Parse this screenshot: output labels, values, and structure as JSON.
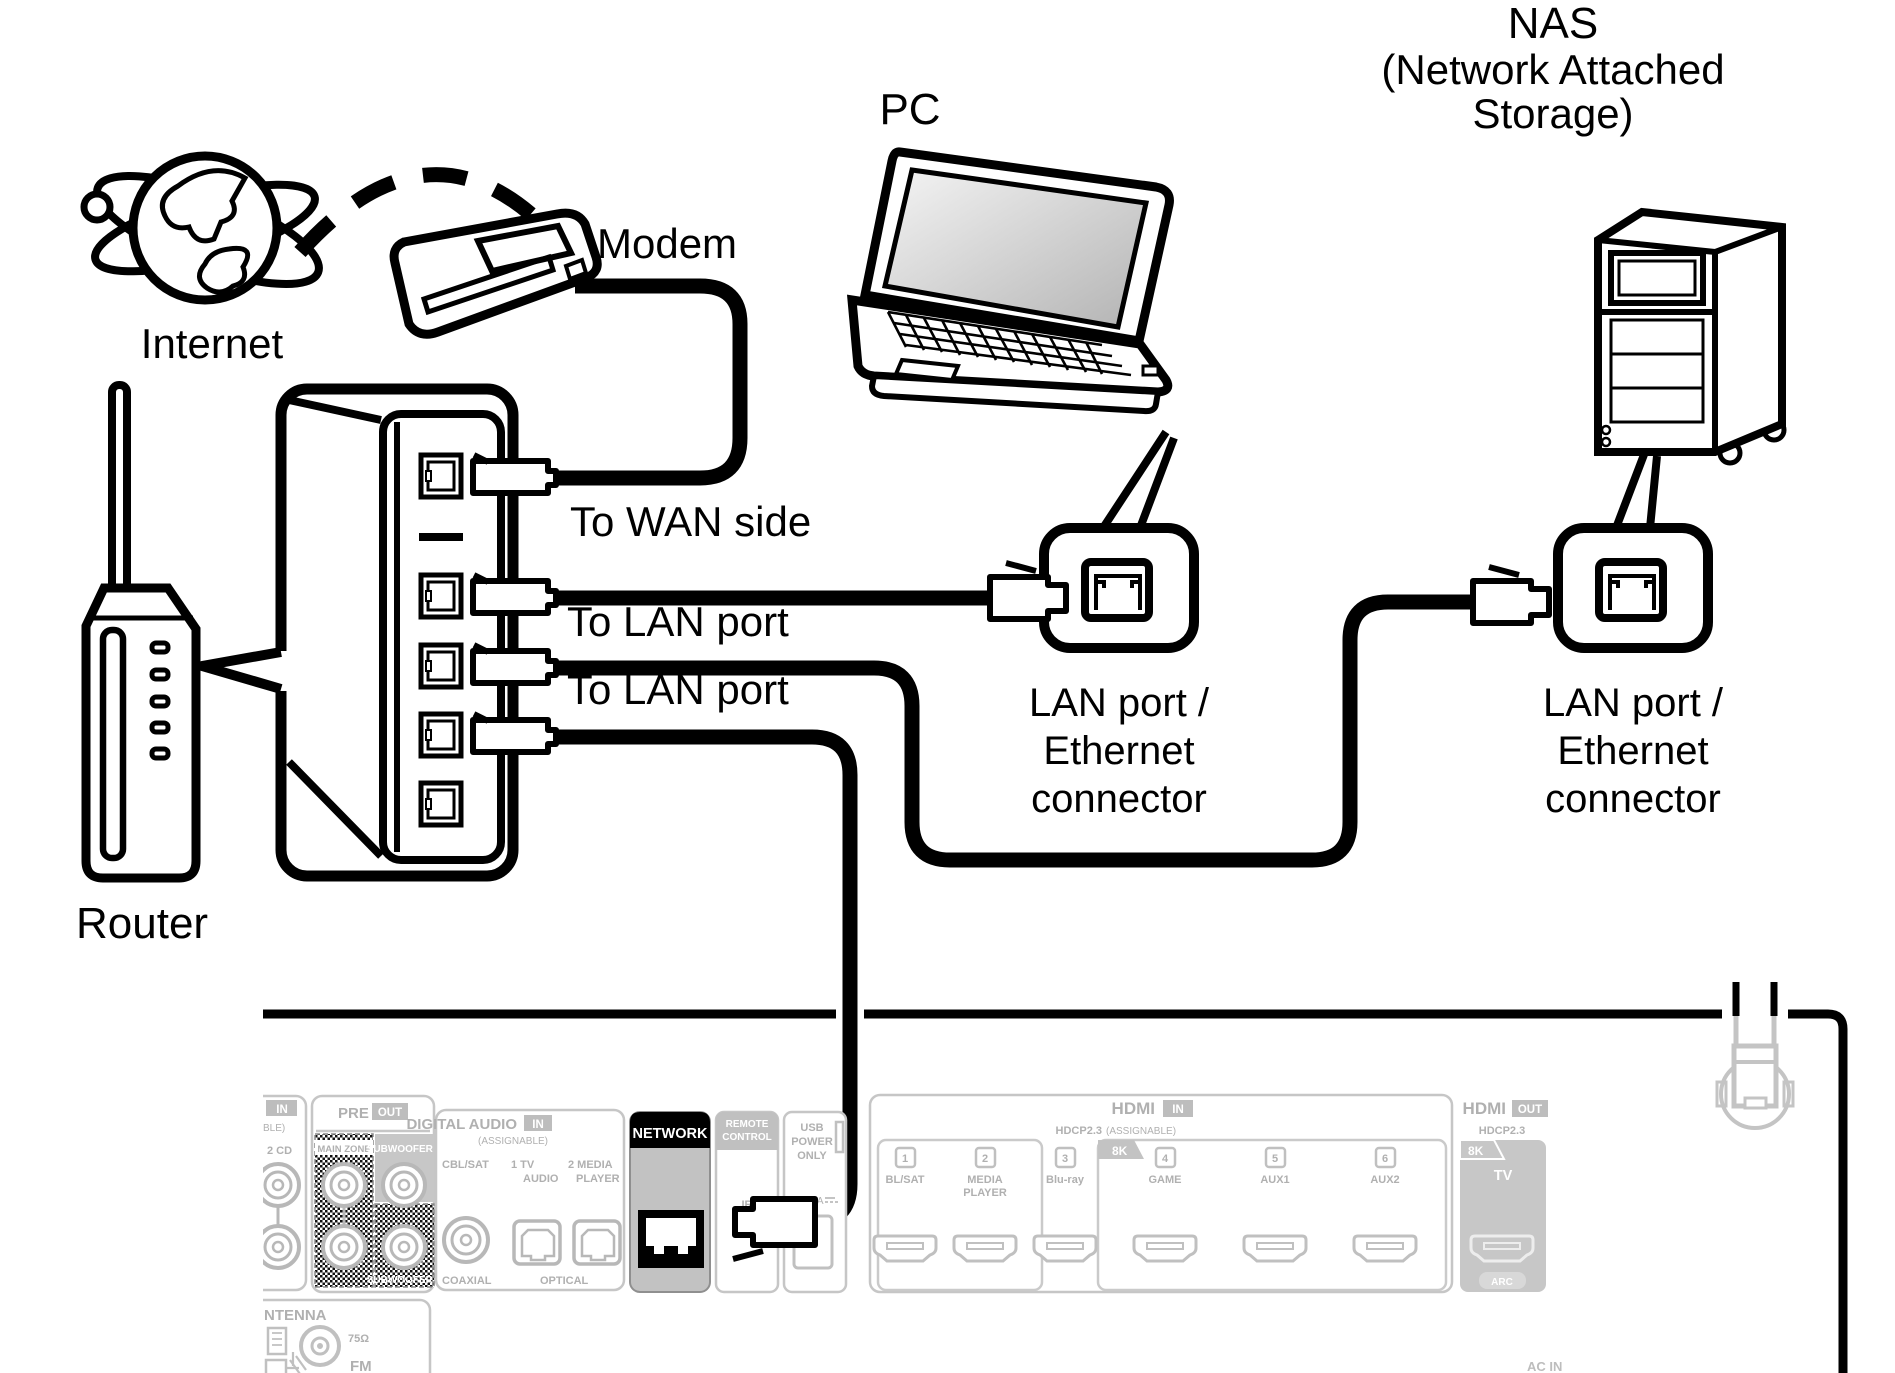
{
  "diagram": {
    "internet_label": "Internet",
    "modem_label": "Modem",
    "pc_label": "PC",
    "nas_label_1": "NAS",
    "nas_label_2": "(Network Attached",
    "nas_label_3": "Storage)",
    "router_label": "Router",
    "to_wan_label": "To WAN side",
    "to_lan_label_1": "To LAN port",
    "to_lan_label_2": "To LAN port",
    "pc_callout_1": "LAN port /",
    "pc_callout_2": "Ethernet",
    "pc_callout_3": "connector",
    "nas_callout_1": "LAN port /",
    "nas_callout_2": "Ethernet",
    "nas_callout_3": "connector"
  },
  "receiver": {
    "analog": {
      "in_badge": "IN",
      "assignable_tail": "BLE)",
      "cd": "2 CD"
    },
    "preout": {
      "pre": "PRE",
      "out_badge": "OUT",
      "main_zone": "MAIN ZONE",
      "sub1": "SUBWOOFER 1",
      "sub2": "SUBWOOFER 2"
    },
    "digital": {
      "title": "DIGITAL AUDIO",
      "in_badge": "IN",
      "assignable": "(ASSIGNABLE)",
      "cbl": "CBL/SAT",
      "tv1": "1  TV",
      "tv2": "AUDIO",
      "mp1": "2 MEDIA",
      "mp2": "PLAYER",
      "coaxial": "COAXIAL",
      "optical": "OPTICAL"
    },
    "network": {
      "title": "NETWORK"
    },
    "remote": {
      "l1": "REMOTE",
      "l2": "CONTROL",
      "ir": "IR",
      "in_badge": "IN"
    },
    "usb": {
      "l1": "USB",
      "l2": "POWER",
      "l3": "ONLY",
      "spec": "5V/1.5A"
    },
    "hdmi_in": {
      "hdmi": "HDMI",
      "in_badge": "IN",
      "hdcp": "HDCP2.3",
      "assignable": "(ASSIGNABLE)",
      "eightk": "8K",
      "ports": [
        {
          "num": "1",
          "label": "BL/SAT"
        },
        {
          "num": "2",
          "label": "MEDIA",
          "label2": "PLAYER"
        },
        {
          "num": "3",
          "label": "Blu-ray"
        },
        {
          "num": "4",
          "label": "GAME"
        },
        {
          "num": "5",
          "label": "AUX1"
        },
        {
          "num": "6",
          "label": "AUX2"
        }
      ]
    },
    "hdmi_out": {
      "hdmi": "HDMI",
      "out_badge": "OUT",
      "hdcp": "HDCP2.3",
      "eightk": "8K",
      "tv": "TV",
      "arc": "ARC"
    },
    "antenna": {
      "title": "NTENNA",
      "ohm": "75Ω",
      "fm": "FM"
    },
    "ac_in": "AC IN"
  },
  "colors": {
    "line_art": "#000000",
    "panel_gray": "#b0b0b0",
    "panel_fill": "#c7c7c7",
    "network_header": "#000000"
  }
}
